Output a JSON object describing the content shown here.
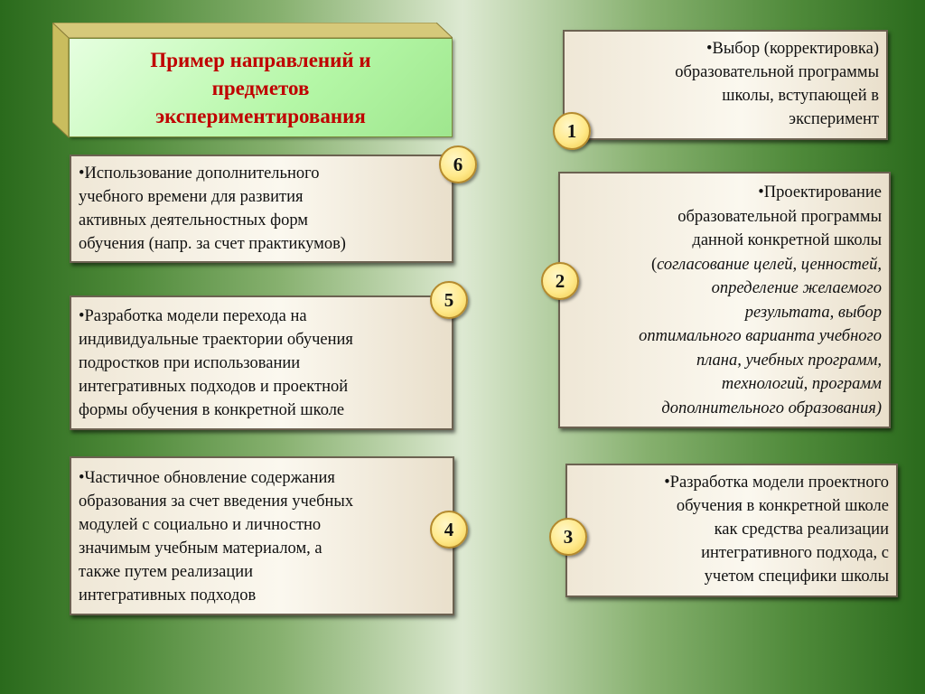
{
  "title": {
    "line1": "Пример направлений и",
    "line2": "предметов",
    "line3": "экспериментирования"
  },
  "items": [
    {
      "number": "1",
      "lines": [
        "•Выбор (корректировка)",
        "образовательной программы",
        "школы, вступающей в",
        "эксперимент"
      ]
    },
    {
      "number": "2",
      "lines": [
        "•Проектирование",
        "образовательной программы",
        "данной конкретной школы"
      ],
      "italic_prefix": "(",
      "italic_lines": [
        "согласование целей, ценностей,",
        "определение желаемого",
        "результата,  выбор",
        "оптимального варианта учебного",
        "плана, учебных программ,",
        "технологий,  программ",
        "дополнительного образования)"
      ]
    },
    {
      "number": "3",
      "lines": [
        "•Разработка модели проектного",
        "обучения в конкретной школе",
        "как средства реализации",
        "интегративного подхода, с",
        "учетом  специфики школы"
      ]
    },
    {
      "number": "4",
      "lines": [
        "•Частичное обновление содержания",
        "образования за счет введения  учебных",
        "модулей  с социально  и личностно",
        "значимым учебным материалом, а",
        "также путем реализации",
        "интегративных подходов"
      ]
    },
    {
      "number": "5",
      "lines": [
        "•Разработка модели перехода на",
        "индивидуальные траектории обучения",
        "подростков при использовании",
        "интегративных подходов и проектной",
        "формы обучения в конкретной школе"
      ]
    },
    {
      "number": "6",
      "lines": [
        "•Использование дополнительного",
        "учебного времени для развития",
        "активных деятельностных форм",
        "обучения (напр. за счет практикумов)"
      ]
    }
  ]
}
